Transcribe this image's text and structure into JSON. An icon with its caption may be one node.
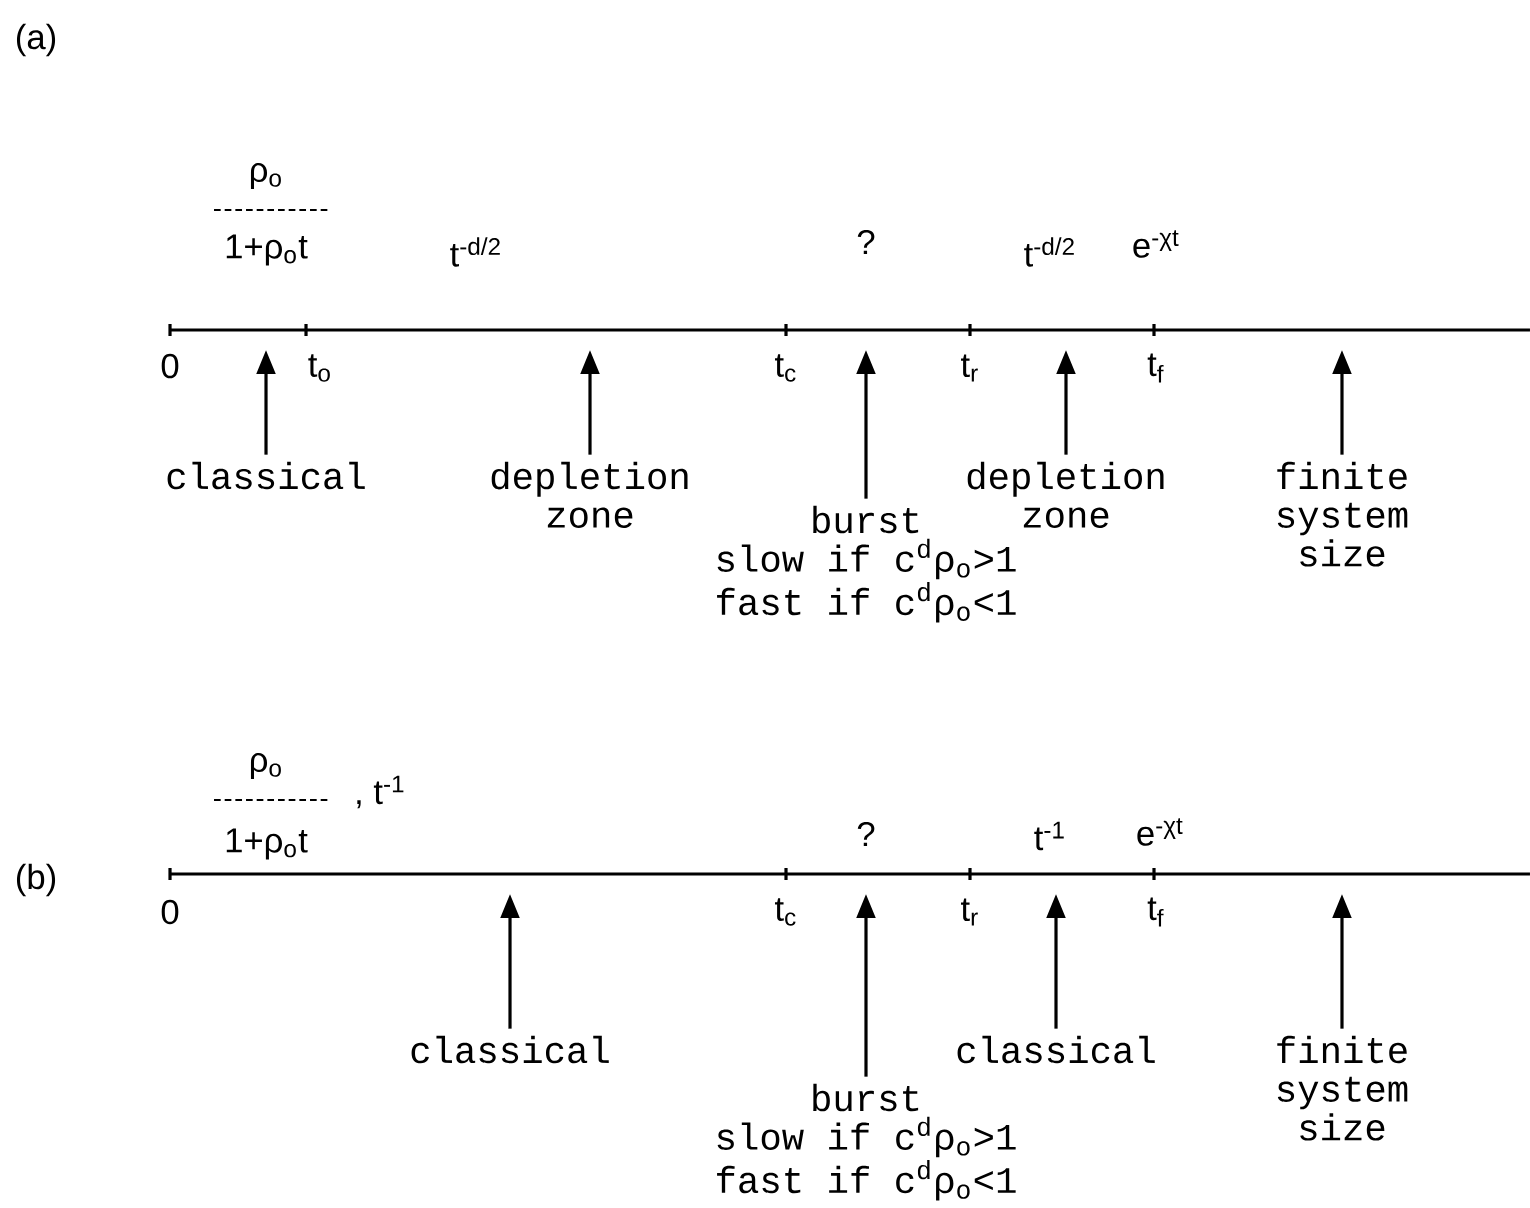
{
  "diagram": {
    "nodes": [
      {
        "text": [
          "classical"
        ]
      },
      {
        "text": [
          "depletion zone"
        ]
      },
      {
        "text": [
          "burst",
          "slow if c$^{d}$ρ$_{o}$>1",
          "fast if c$^{d}$ρ$_{o}$<1"
        ]
      },
      {
        "text": [
          "depletion zone"
        ]
      },
      {
        "text": [
          "finite system size"
        ]
      },
      {
        "text": [
          "classical"
        ]
      },
      {
        "text": [
          "burst",
          "slow if c$^{d}$ρ$_{o}$>1",
          "fast if c$^{d}$ρ$_{o}$<1"
        ]
      },
      {
        "text": [
          "classical"
        ]
      },
      {
        "text": [
          "finite system size"
        ]
      }
    ],
    "edges": [
      {
        "from": 0,
        "to": null,
        "arrow": "to"
      },
      {
        "from": 1,
        "to": null,
        "arrow": "to"
      },
      {
        "from": 2,
        "to": null,
        "arrow": "to"
      },
      {
        "from": 3,
        "to": null,
        "arrow": "to"
      },
      {
        "from": 4,
        "to": null,
        "arrow": "to"
      },
      {
        "from": 5,
        "to": null,
        "arrow": "to"
      },
      {
        "from": 6,
        "to": null,
        "arrow": "to"
      },
      {
        "from": 7,
        "to": null,
        "arrow": "to"
      },
      {
        "from": 8,
        "to": null,
        "arrow": "to"
      }
    ],
    "labels": [
      "(a)",
      "ρ$_{o}$",
      "1+ρ$_{o}$t",
      "t$^{-d/2}$",
      "?",
      "t$^{-d/2}$",
      "e$^{-χt}$",
      "0",
      "t$_{o}$",
      "t$_{c}$",
      "t$_{r}$",
      "t$_{f}$",
      "(b)",
      "ρ$_{o}$",
      ", t$^{-1}$",
      "1+ρ$_{o}$t",
      "?",
      "t$^{-1}$",
      "e$^{-χt}$",
      "0",
      "t$_{c}$",
      "t$_{r}$",
      "t$_{f}$"
    ]
  }
}
